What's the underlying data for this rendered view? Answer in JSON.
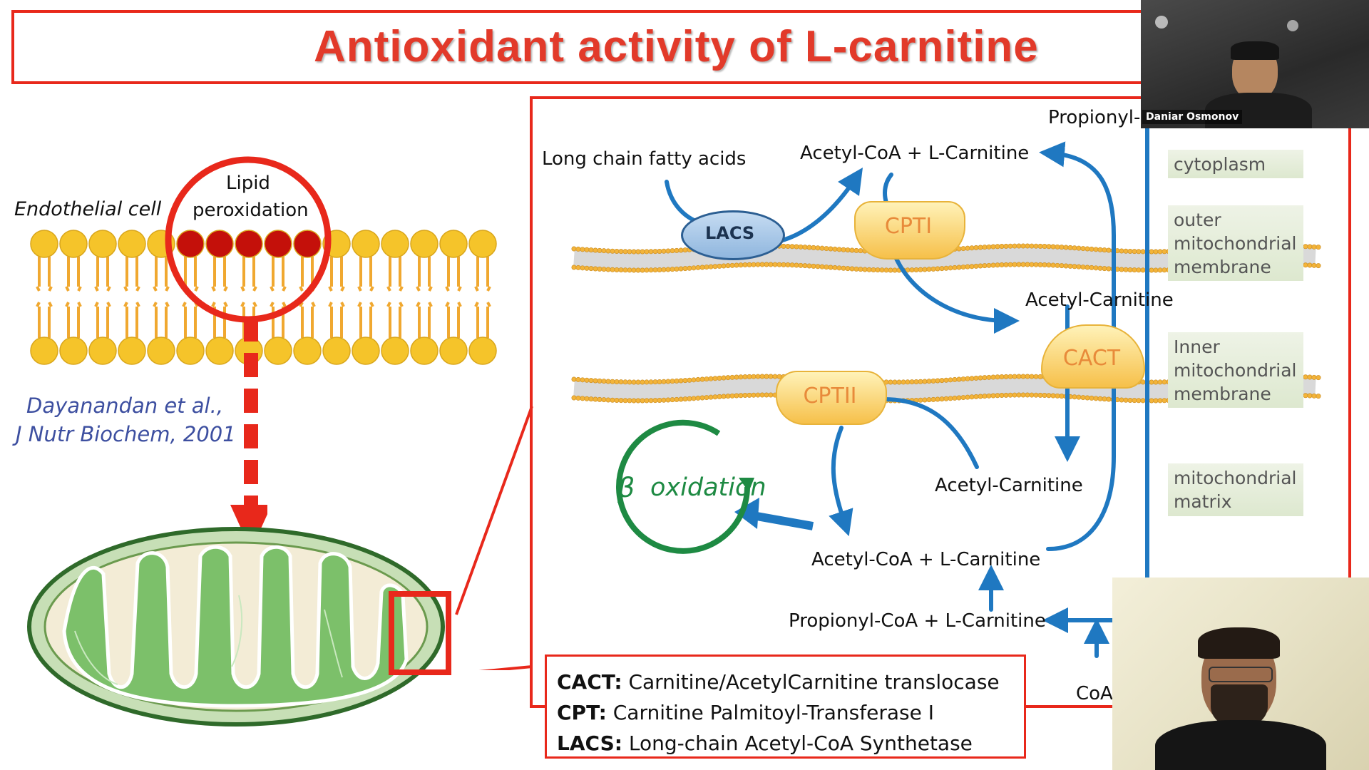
{
  "slide": {
    "title": "Antioxidant activity of L-carnitine",
    "left": {
      "endothelial_label": "Endothelial cell",
      "lipid_line1": "Lipid",
      "lipid_line2": "peroxidation",
      "citation_line1": "Dayanandan et al.,",
      "citation_line2": "J Nutr Biochem, 2001"
    },
    "diagram": {
      "propionyl_top": "Propionyl-",
      "long_chain": "Long chain fatty acids",
      "acetyl_coa_lcar_top": "Acetyl-CoA + L-Carnitine",
      "lacs": "LACS",
      "cpti": "CPTI",
      "acetyl_carnitine_mid": "Acetyl-Carnitine",
      "cact": "CACT",
      "cptii": "CPTII",
      "beta_symbol": "β",
      "beta_text": "oxidation",
      "acetyl_carnitine_low": "Acetyl-Carnitine",
      "acetyl_coa_lcar_low": "Acetyl-CoA + L-Carnitine",
      "propionyl_coa_lcar": "Propionyl-CoA + L-Carnitine",
      "coa": "CoA",
      "legend_labels": {
        "cytoplasm": "cytoplasm",
        "outer_l1": "outer",
        "outer_l2": "mitochondrial",
        "outer_l3": "membrane",
        "inner_l1": "Inner",
        "inner_l2": "mitochondrial",
        "inner_l3": "membrane",
        "matrix_l1": "mitochondrial",
        "matrix_l2": "matrix"
      }
    },
    "abbreviations": [
      {
        "abbr": "CACT:",
        "text": "Carnitine/AcetylCarnitine translocase"
      },
      {
        "abbr": "CPT:",
        "text": "Carnitine Palmitoyl-Transferase I"
      },
      {
        "abbr": "LACS:",
        "text": "Long-chain Acetyl-CoA Synthetase"
      }
    ]
  },
  "participants": [
    {
      "name": "Daniar Osmonov"
    },
    {
      "name": ""
    }
  ],
  "colors": {
    "accent_red": "#e8281b",
    "arrow_blue": "#1f78c1",
    "lipid_yellow": "#f5c42a",
    "lipid_red": "#c4100a",
    "mito_green": "#5aa64a",
    "enzyme_yellow": "#ffe58a"
  }
}
